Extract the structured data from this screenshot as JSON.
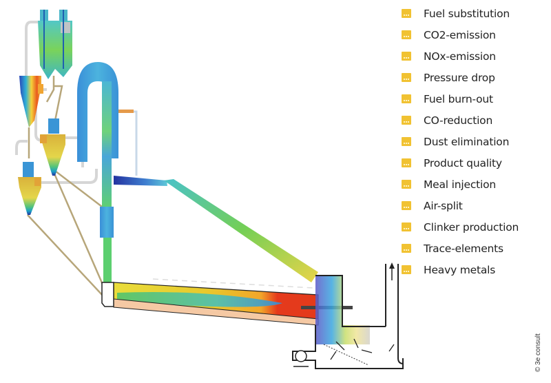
{
  "diagram": {
    "subject": "Cement kiln system CFD simulation",
    "components": [
      "preheater-cyclones",
      "calciner-riser",
      "tertiary-air-duct",
      "rotary-kiln",
      "burner",
      "kiln-hood",
      "grate-cooler",
      "exhaust-stack"
    ]
  },
  "legend": {
    "icon": "3e-consult-logo-icon",
    "accent_color": "#f1c232",
    "items": [
      {
        "label": "Fuel substitution"
      },
      {
        "label": "CO2-emission"
      },
      {
        "label": "NOx-emission"
      },
      {
        "label": "Pressure drop"
      },
      {
        "label": "Fuel burn-out"
      },
      {
        "label": "CO-reduction"
      },
      {
        "label": "Dust elimination"
      },
      {
        "label": "Product quality"
      },
      {
        "label": "Meal injection"
      },
      {
        "label": "Air-split"
      },
      {
        "label": "Clinker production"
      },
      {
        "label": "Trace-elements"
      },
      {
        "label": "Heavy metals"
      }
    ]
  },
  "copyright": "© 3e consult"
}
